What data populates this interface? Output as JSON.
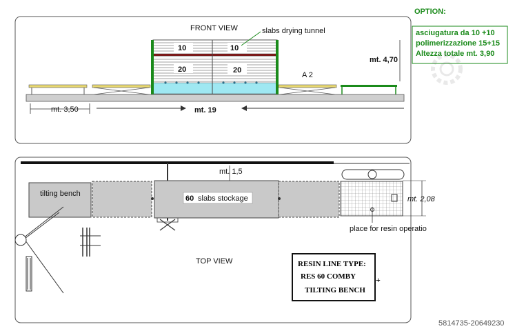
{
  "option": {
    "title": "OPTION:",
    "lines": [
      "asciugatura da 10 +10",
      "polimerizzazione 15+15",
      "Altezza totale mt. 3,90"
    ]
  },
  "front_view": {
    "title": "FRONT VIEW",
    "tunnel_label": "slabs drying  tunnel",
    "upper_left": "10",
    "upper_right": "10",
    "lower_left": "20",
    "lower_right": "20",
    "height_dim": "mt. 4,70",
    "a2_label": "A 2",
    "left_dim": "mt. 3,50",
    "length_dim": "mt. 19"
  },
  "top_view": {
    "title": "TOP VIEW",
    "tilting_bench": "tilting bench",
    "width_dim": "mt. 1,5",
    "stock_count": "60",
    "stock_label": "slabs stockage",
    "right_dim": "mt. 2,08",
    "resin_place": "place for resin operatio",
    "resin_box": [
      "RESIN LINE TYPE:",
      "RES  60 COMBY",
      "TILTING BENCH"
    ],
    "plus": "+"
  },
  "watermark": "5814735-20649230",
  "colors": {
    "green": "#1a8a1a",
    "maroon": "#7a1a1a",
    "cyan": "#9fe8f2",
    "yellow": "#e8d870",
    "gray": "#bdbdbd"
  }
}
